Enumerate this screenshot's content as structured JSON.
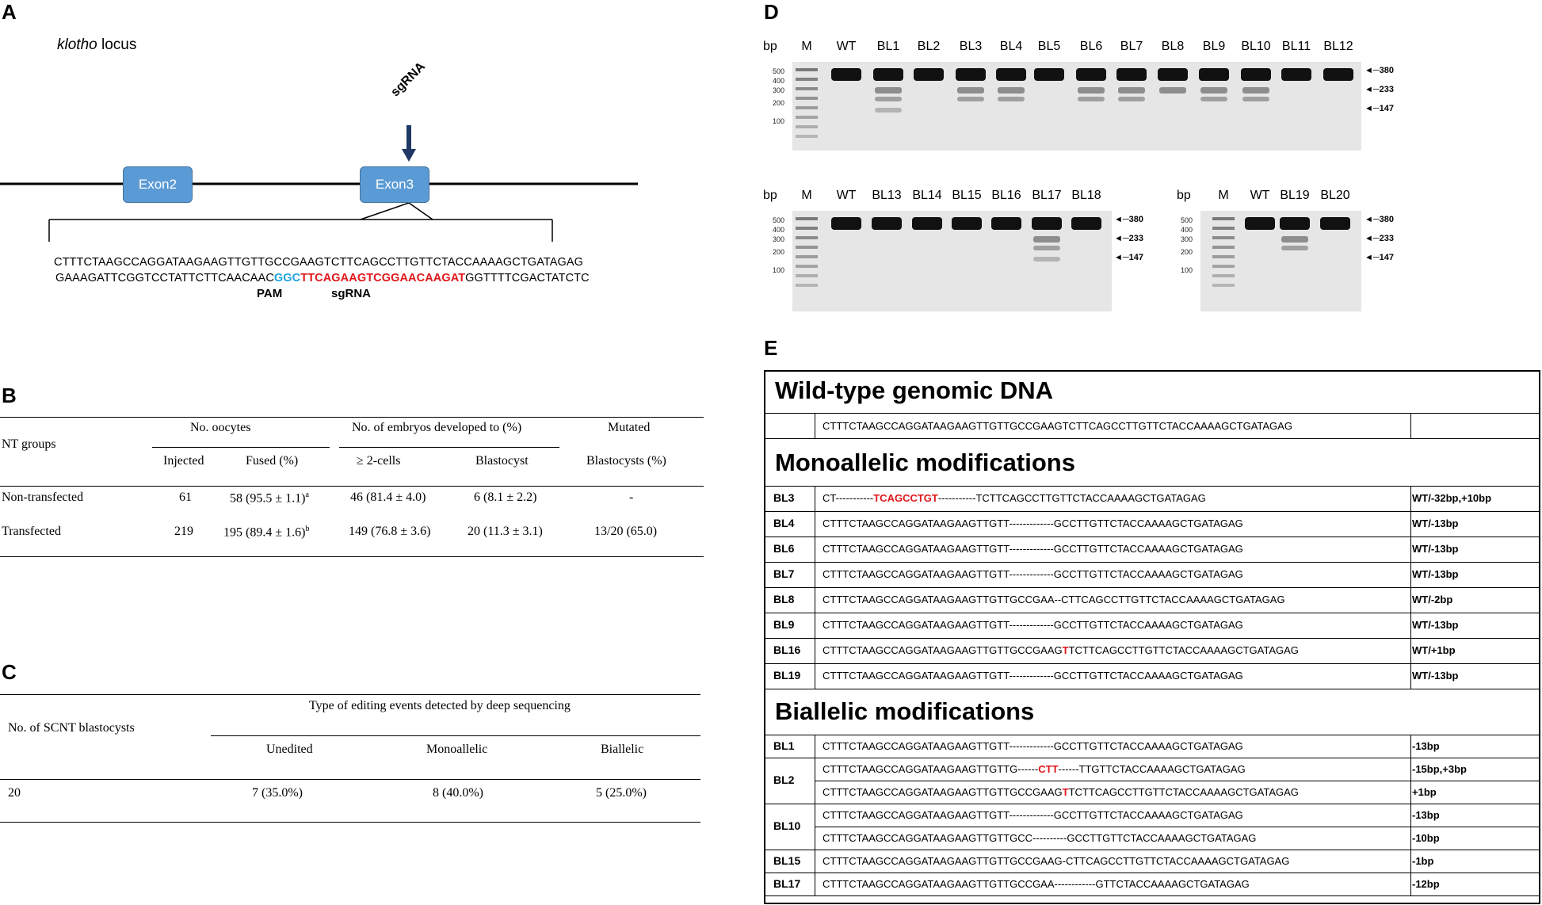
{
  "panels": {
    "A": "A",
    "B": "B",
    "C": "C",
    "D": "D",
    "E": "E"
  },
  "panelA": {
    "locus_italic": "klotho",
    "locus_rest": " locus",
    "exon2": "Exon2",
    "exon3": "Exon3",
    "sgrna_arrow_label": "sgRNA",
    "seq_top": "CTTTCTAAGCCAGGATAAGAAGTTGTTGCCGAAGTCTTCAGCCTTGTTCTACCAAAAGCTGATAGAG",
    "seq_bottom_pre": "GAAAGATTCGGTCCTATTCTTCAACAAC",
    "seq_bottom_pam": "GGC",
    "seq_bottom_sg": "TTCAGAAGTCGGAACAAGAT",
    "seq_bottom_post": "GGTTTTCGACTATCTC",
    "pam_label": "PAM",
    "sg_label": "sgRNA"
  },
  "panelB": {
    "h_groups": "NT groups",
    "h_oocytes": "No. oocytes",
    "h_embryos": "No. of embryos developed to (%)",
    "h_mutated": "Mutated",
    "h_injected": "Injected",
    "h_fused": "Fused (%)",
    "h_2cells": "≥ 2-cells",
    "h_blast": "Blastocyst",
    "h_mutblast": "Blastocysts (%)",
    "rows": [
      {
        "group": "Non-transfected",
        "injected": "61",
        "fused": "58 (95.5 ± 1.1)",
        "fused_sup": "a",
        "cells2": "46 (81.4 ± 4.0)",
        "blast": "6 (8.1 ± 2.2)",
        "mutated": "-"
      },
      {
        "group": "Transfected",
        "injected": "219",
        "fused": "195 (89.4 ± 1.6)",
        "fused_sup": "b",
        "cells2": "149 (76.8 ± 3.6)",
        "blast": "20 (11.3 ± 3.1)",
        "mutated": "13/20 (65.0)"
      }
    ]
  },
  "panelC": {
    "h_scnt": "No. of SCNT blastocysts",
    "h_type": "Type of editing events detected by deep sequencing",
    "h_unedited": "Unedited",
    "h_mono": "Monoallelic",
    "h_bi": "Biallelic",
    "row": {
      "n": "20",
      "unedited": "7 (35.0%)",
      "mono": "8 (40.0%)",
      "bi": "5 (25.0%)"
    }
  },
  "panelD": {
    "bp": "bp",
    "marker_ticks": [
      "500",
      "400",
      "300",
      "200",
      "100"
    ],
    "band_labels": [
      "380",
      "233",
      "147"
    ],
    "gel1_lanes": [
      "M",
      "WT",
      "BL1",
      "BL2",
      "BL3",
      "BL4",
      "BL5",
      "BL6",
      "BL7",
      "BL8",
      "BL9",
      "BL10",
      "BL11",
      "BL12"
    ],
    "gel2_lanes": [
      "M",
      "WT",
      "BL13",
      "BL14",
      "BL15",
      "BL16",
      "BL17",
      "BL18"
    ],
    "gel3_lanes": [
      "M",
      "WT",
      "BL19",
      "BL20"
    ]
  },
  "panelE": {
    "wt_heading": "Wild-type genomic DNA",
    "wt_seq": "CTTTCTAAGCCAGGATAAGAAGTTGTTGCCGAAGTCTTCAGCCTTGTTCTACCAAAAGCTGATAGAG",
    "mono_heading": "Monoallelic modifications",
    "bi_heading": "Biallelic modifications",
    "mono_rows": [
      {
        "name": "BL3",
        "pre": "CT-----------",
        "red": "TCAGCCTGT",
        "post": "-----------TCTTCAGCCTTGTTCTACCAAAAGCTGATAGAG",
        "result": "WT/-32bp,+10bp"
      },
      {
        "name": "BL4",
        "pre": "CTTTCTAAGCCAGGATAAGAAGTTGTT-------------GCCTTGTTCTACCAAAAGCTGATAGAG",
        "red": "",
        "post": "",
        "result": "WT/-13bp"
      },
      {
        "name": "BL6",
        "pre": "CTTTCTAAGCCAGGATAAGAAGTTGTT-------------GCCTTGTTCTACCAAAAGCTGATAGAG",
        "red": "",
        "post": "",
        "result": "WT/-13bp"
      },
      {
        "name": "BL7",
        "pre": "CTTTCTAAGCCAGGATAAGAAGTTGTT-------------GCCTTGTTCTACCAAAAGCTGATAGAG",
        "red": "",
        "post": "",
        "result": "WT/-13bp"
      },
      {
        "name": "BL8",
        "pre": "CTTTCTAAGCCAGGATAAGAAGTTGTTGCCGAA--CTTCAGCCTTGTTCTACCAAAAGCTGATAGAG",
        "red": "",
        "post": "",
        "result": "WT/-2bp"
      },
      {
        "name": "BL9",
        "pre": "CTTTCTAAGCCAGGATAAGAAGTTGTT-------------GCCTTGTTCTACCAAAAGCTGATAGAG",
        "red": "",
        "post": "",
        "result": "WT/-13bp"
      },
      {
        "name": "BL16",
        "pre": "CTTTCTAAGCCAGGATAAGAAGTTGTTGCCGAAG",
        "red": "T",
        "post": "TCTTCAGCCTTGTTCTACCAAAAGCTGATAGAG",
        "result": "WT/+1bp"
      },
      {
        "name": "BL19",
        "pre": "CTTTCTAAGCCAGGATAAGAAGTTGTT-------------GCCTTGTTCTACCAAAAGCTGATAGAG",
        "red": "",
        "post": "",
        "result": "WT/-13bp"
      }
    ],
    "bi_rows": [
      {
        "name": "BL1",
        "lines": [
          {
            "pre": "CTTTCTAAGCCAGGATAAGAAGTTGTT-------------GCCTTGTTCTACCAAAAGCTGATAGAG",
            "red": "",
            "post": "",
            "result": "-13bp"
          }
        ]
      },
      {
        "name": "BL2",
        "lines": [
          {
            "pre": "CTTTCTAAGCCAGGATAAGAAGTTGTTG------",
            "red": "CTT",
            "post": "------TTGTTCTACCAAAAGCTGATAGAG",
            "result": "-15bp,+3bp"
          },
          {
            "pre": "CTTTCTAAGCCAGGATAAGAAGTTGTTGCCGAAG",
            "red": "T",
            "post": "TCTTCAGCCTTGTTCTACCAAAAGCTGATAGAG",
            "result": "+1bp"
          }
        ]
      },
      {
        "name": "BL10",
        "lines": [
          {
            "pre": "CTTTCTAAGCCAGGATAAGAAGTTGTT-------------GCCTTGTTCTACCAAAAGCTGATAGAG",
            "red": "",
            "post": "",
            "result": "-13bp"
          },
          {
            "pre": "CTTTCTAAGCCAGGATAAGAAGTTGTTGCC----------GCCTTGTTCTACCAAAAGCTGATAGAG",
            "red": "",
            "post": "",
            "result": "-10bp"
          }
        ]
      },
      {
        "name": "BL15",
        "lines": [
          {
            "pre": "CTTTCTAAGCCAGGATAAGAAGTTGTTGCCGAAG-CTTCAGCCTTGTTCTACCAAAAGCTGATAGAG",
            "red": "",
            "post": "",
            "result": "-1bp"
          }
        ]
      },
      {
        "name": "BL17",
        "lines": [
          {
            "pre": "CTTTCTAAGCCAGGATAAGAAGTTGTTGCCGAA------------GTTCTACCAAAAGCTGATAGAG",
            "red": "",
            "post": "",
            "result": "-12bp"
          }
        ]
      }
    ]
  }
}
